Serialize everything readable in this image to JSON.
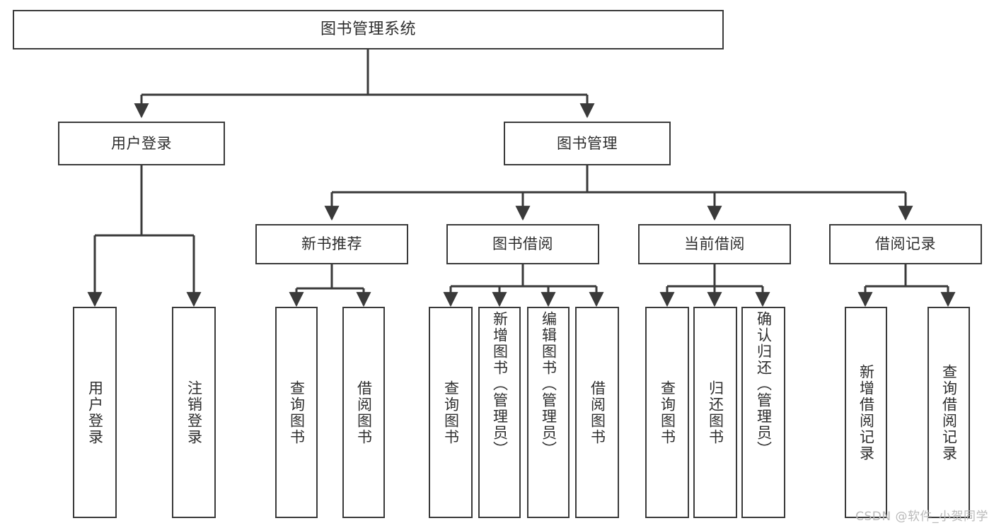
{
  "diagram": {
    "title": "图书管理系统",
    "type": "function-structure-tree",
    "watermark": "CSDN @软件_小贺同学",
    "colors": {
      "background": "#ffffff",
      "box_border": "#3a3a3a",
      "box_fill": "#ffffff",
      "connector": "#3a3a3a",
      "text": "#2e2e2e",
      "watermark": "#b9b9b9"
    },
    "nodes": {
      "root": {
        "label": "图书管理系统"
      },
      "level2": [
        {
          "label": "用户登录"
        },
        {
          "label": "图书管理"
        }
      ],
      "level3": [
        {
          "label": "新书推荐"
        },
        {
          "label": "图书借阅"
        },
        {
          "label": "当前借阅"
        },
        {
          "label": "借阅记录"
        }
      ],
      "leaves": {
        "user_login": [
          {
            "label": "用户登录"
          },
          {
            "label": "注销登录"
          }
        ],
        "new_book_recommend": [
          {
            "label": "查询图书"
          },
          {
            "label": "借阅图书"
          }
        ],
        "book_borrow": [
          {
            "label": "查询图书"
          },
          {
            "label": "新增图书（管理员）"
          },
          {
            "label": "编辑图书（管理员）"
          },
          {
            "label": "借阅图书"
          }
        ],
        "current_borrow": [
          {
            "label": "查询图书"
          },
          {
            "label": "归还图书"
          },
          {
            "label": "确认归还（管理员）"
          }
        ],
        "borrow_record": [
          {
            "label": "新增借阅记录"
          },
          {
            "label": "查询借阅记录"
          }
        ]
      }
    }
  }
}
